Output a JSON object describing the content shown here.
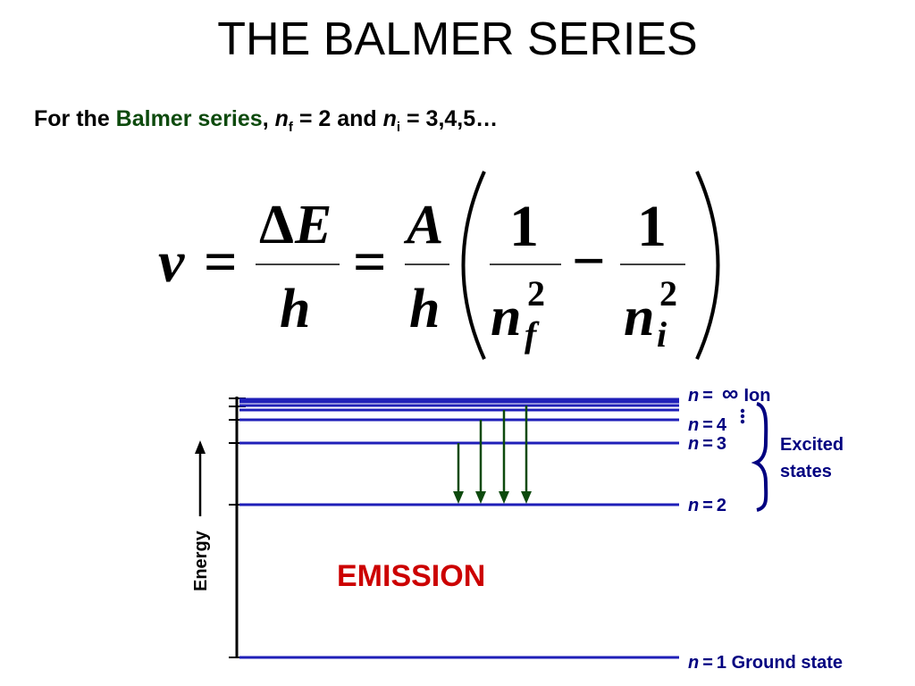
{
  "title": "THE BALMER SERIES",
  "subtitle": {
    "prefix": "For the ",
    "series": "Balmer series",
    "comma": ",",
    "n_symbol": "n",
    "nf_sub": "f",
    "nf_eq": " = 2 and ",
    "ni_sub": "i",
    "ni_eq": " = 3,4,5…"
  },
  "formula": {
    "nu": "v",
    "equals": "=",
    "delta": "Δ",
    "E": "E",
    "h": "h",
    "A": "A",
    "one": "1",
    "minus": "−",
    "n": "n",
    "square": "2",
    "f": "f",
    "i": "i"
  },
  "energy_diagram": {
    "axis_label": "Energy",
    "process_label": "EMISSION",
    "levels": [
      {
        "n": "1",
        "label": "n = 1",
        "suffix": " Ground state"
      },
      {
        "n": "2",
        "label": "n = 2"
      },
      {
        "n": "3",
        "label": "n = 3"
      },
      {
        "n": "4",
        "label": "n = 4"
      },
      {
        "n": "∞",
        "label": "n = ∞",
        "suffix": "Ion"
      }
    ],
    "bracket_label_line1": "Excited",
    "bracket_label_line2": "states",
    "colors": {
      "levels": "#1f1fb8",
      "labels": "#000080",
      "arrows": "#0d4a0d",
      "emission": "#cc0000",
      "series": "#0d4a0d"
    }
  }
}
